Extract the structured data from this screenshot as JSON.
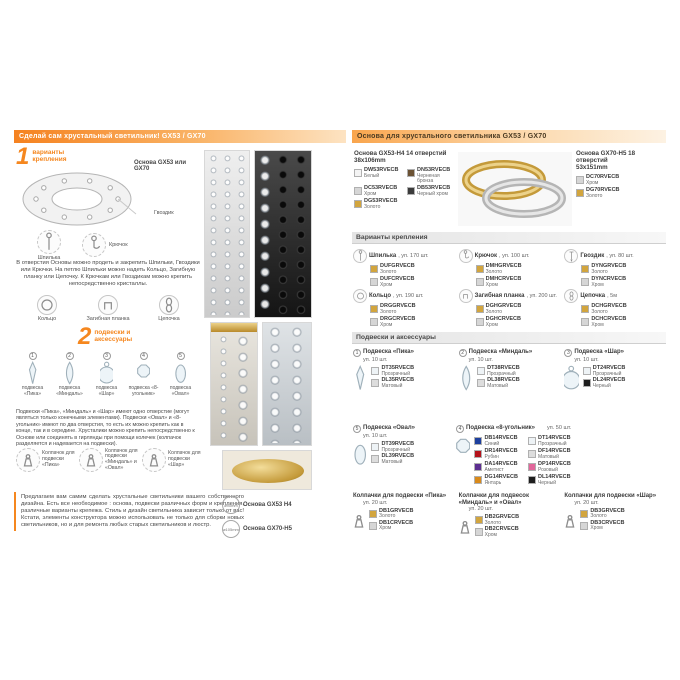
{
  "accent": "#f5871f",
  "left": {
    "header": "Сделай сам хрустальный светильник! GX53 / GX70",
    "step1": {
      "num": "1",
      "label": "варианты крепления"
    },
    "base_caption": "Основа GX53 или GX70",
    "callout_nail": "Гвоздик",
    "callout_pin": "Шпилька",
    "callout_hook": "Крючок",
    "para1": "В отверстия Основы можно продеть и закрепить Шпильки, Гвоздики или Крючки. На петлю Шпильки можно надеть Кольцо, Загибную планку или Цепочку. К Крючкам или Гвоздикам можно крепить непосредственно кристаллы.",
    "fastener_labels": [
      {
        "label": "Кольцо"
      },
      {
        "label": "Загибная планка"
      },
      {
        "label": "Цепочка"
      }
    ],
    "step2": {
      "num": "2",
      "label": "подвески и аксессуары"
    },
    "pendant_items": [
      {
        "num": "1",
        "label": "подвеска «Пика»"
      },
      {
        "num": "2",
        "label": "подвеска «Миндаль»"
      },
      {
        "num": "3",
        "label": "подвеска «Шар»"
      },
      {
        "num": "4",
        "label": "подвеска «8-угольник»"
      },
      {
        "num": "5",
        "label": "подвеска «Овал»"
      }
    ],
    "para2": "Подвески «Пика», «Миндаль» и «Шар» имеют одно отверстие (могут являться только конечными элементами). Подвески «Овал» и «8-угольник» имеют по два отверстия, то есть их можно крепить как в конце, так и в середине. Хрусталики можно крепить непосредственно к Основе или соединять в гирлянды при помощи колечек (колпачок разделяется и надевается на подвески).",
    "caps": [
      {
        "label": "Колпачок для подвески «Пика»"
      },
      {
        "label": "Колпачок для подвески «Миндаль» и «Овал»"
      },
      {
        "label": "Колпачок для подвески «Шар»"
      }
    ],
    "footer": "Предлагаем вам самим сделать хрустальные светильники вашего собственного дизайна. Есть все необходимое : основа, подвески различных форм и крепления, различные варианты крепежа. Стиль и дизайн светильника зависит только от вас! Кстати, элементы конструктора можно использовать не только для сборки новых светильников, но и для ремонта любых старых светильников и люстр.",
    "base_items": [
      {
        "label": "Основа GX53 H4",
        "d": "⌀90mm"
      },
      {
        "label": "Основа GX70-H5",
        "d": "⌀105mm"
      }
    ]
  },
  "right": {
    "header": "Основа для хрустального светильника GX53 / GX70",
    "base1": {
      "title": "Основа GX53-H4 14 отверстий",
      "size": "38x106mm",
      "variants": [
        {
          "code": "DW53RVECB",
          "finish": "Белый",
          "color": "#f4f4f4"
        },
        {
          "code": "DN53RVECB",
          "finish": "Черненая бронза",
          "color": "#6b5234"
        },
        {
          "code": "DC53RVECB",
          "finish": "Хром",
          "color": "#d6d6d6"
        },
        {
          "code": "DB53RVECB",
          "finish": "Черный хром",
          "color": "#3b3b3b"
        },
        {
          "code": "DG53RVECB",
          "finish": "Золото",
          "color": "#d2a53e"
        }
      ]
    },
    "base2": {
      "title": "Основа GX70-H5 18 отверстий",
      "size": "53x151mm",
      "variants": [
        {
          "code": "DC70RVECB",
          "finish": "Хром",
          "color": "#d6d6d6"
        },
        {
          "code": "DG70RVECB",
          "finish": "Золото",
          "color": "#d2a53e"
        }
      ]
    },
    "fasteners_title": "Варианты крепления",
    "fasteners": [
      {
        "name": "Шпилька",
        "pack": "уп. 170 шт.",
        "variants": [
          {
            "code": "DUFGRVECB",
            "finish": "Золото",
            "color": "#d2a53e"
          },
          {
            "code": "DUFCRVECB",
            "finish": "Хром",
            "color": "#d6d6d6"
          }
        ]
      },
      {
        "name": "Крючок",
        "pack": "уп. 100 шт.",
        "variants": [
          {
            "code": "DMHGRVECB",
            "finish": "Золото",
            "color": "#d2a53e"
          },
          {
            "code": "DMHCRVECB",
            "finish": "Хром",
            "color": "#d6d6d6"
          }
        ]
      },
      {
        "name": "Гвоздик",
        "pack": "уп. 80 шт.",
        "variants": [
          {
            "code": "DYNGRVECB",
            "finish": "Золото",
            "color": "#d2a53e"
          },
          {
            "code": "DYNCRVECB",
            "finish": "Хром",
            "color": "#d6d6d6"
          }
        ]
      },
      {
        "name": "Кольцо",
        "pack": "уп. 190 шт.",
        "variants": [
          {
            "code": "DRGGRVECB",
            "finish": "Золото",
            "color": "#d2a53e"
          },
          {
            "code": "DRGCRVECB",
            "finish": "Хром",
            "color": "#d6d6d6"
          }
        ]
      },
      {
        "name": "Загибная планка",
        "pack": "уп. 200 шт.",
        "variants": [
          {
            "code": "DGHGRVECB",
            "finish": "Золото",
            "color": "#d2a53e"
          },
          {
            "code": "DGHCRVECB",
            "finish": "Хром",
            "color": "#d6d6d6"
          }
        ]
      },
      {
        "name": "Цепочка",
        "pack": "5м",
        "variants": [
          {
            "code": "DCHGRVECB",
            "finish": "Золото",
            "color": "#d2a53e"
          },
          {
            "code": "DCHCRVECB",
            "finish": "Хром",
            "color": "#d6d6d6"
          }
        ]
      }
    ],
    "pendants_title": "Подвески и аксессуары",
    "pendants": [
      {
        "num": "1",
        "name": "Подвеска «Пика»",
        "pack": "уп. 10 шт.",
        "variants": [
          {
            "code": "DT35RVECB",
            "finish": "Прозрачный",
            "color": "#eef3f6"
          },
          {
            "code": "DL35RVECB",
            "finish": "Матовый",
            "color": "#dddddd"
          }
        ]
      },
      {
        "num": "2",
        "name": "Подвеска «Миндаль»",
        "pack": "уп. 10 шт.",
        "variants": [
          {
            "code": "DT38RVECB",
            "finish": "Прозрачный",
            "color": "#eef3f6"
          },
          {
            "code": "DL38RVECB",
            "finish": "Матовый",
            "color": "#dddddd"
          }
        ]
      },
      {
        "num": "3",
        "name": "Подвеска «Шар»",
        "pack": "уп. 10 шт.",
        "variants": [
          {
            "code": "DT24RVECB",
            "finish": "Прозрачный",
            "color": "#eef3f6"
          },
          {
            "code": "DL24RVECB",
            "finish": "Черный",
            "color": "#1e1e1e"
          }
        ]
      },
      {
        "num": "5",
        "name": "Подвеска «Овал»",
        "pack": "уп. 10 шт.",
        "variants": [
          {
            "code": "DT39RVECB",
            "finish": "Прозрачный",
            "color": "#eef3f6"
          },
          {
            "code": "DL39RVECB",
            "finish": "Матовый",
            "color": "#dddddd"
          }
        ]
      },
      {
        "num": "4",
        "name": "Подвеска «8-угольник»",
        "pack": "уп. 50 шт.",
        "variants": [
          {
            "code": "DB14RVECB",
            "finish": "Синий",
            "color": "#1d3f9e"
          },
          {
            "code": "DR14RVECB",
            "finish": "Рубин",
            "color": "#b5121b"
          },
          {
            "code": "DA14RVECB",
            "finish": "Аметист",
            "color": "#5c2e91"
          },
          {
            "code": "DG14RVECB",
            "finish": "Янтарь",
            "color": "#d98a1a"
          },
          {
            "code": "DT14RVECB",
            "finish": "Прозрачный",
            "color": "#eef3f6"
          },
          {
            "code": "DF14RVECB",
            "finish": "Матовый",
            "color": "#dddddd"
          },
          {
            "code": "DP14RVECB",
            "finish": "Розовый",
            "color": "#e2679b"
          },
          {
            "code": "DL14RVECB",
            "finish": "Черный",
            "color": "#1e1e1e"
          }
        ]
      }
    ],
    "caps": [
      {
        "name": "Колпачки для подвески «Пика»",
        "pack": "уп. 20 шт.",
        "variants": [
          {
            "code": "DB1GRVECB",
            "finish": "Золото",
            "color": "#d2a53e"
          },
          {
            "code": "DB1CRVECB",
            "finish": "Хром",
            "color": "#d6d6d6"
          }
        ]
      },
      {
        "name": "Колпачки для подвесок «Миндаль» и «Овал»",
        "pack": "уп. 20 шт.",
        "variants": [
          {
            "code": "DB2GRVECB",
            "finish": "Золото",
            "color": "#d2a53e"
          },
          {
            "code": "DB2CRVECB",
            "finish": "Хром",
            "color": "#d6d6d6"
          }
        ]
      },
      {
        "name": "Колпачки для подвески «Шар»",
        "pack": "уп. 20 шт.",
        "variants": [
          {
            "code": "DB3GRVECB",
            "finish": "Золото",
            "color": "#d2a53e"
          },
          {
            "code": "DB3CRVECB",
            "finish": "Хром",
            "color": "#d6d6d6"
          }
        ]
      }
    ]
  }
}
